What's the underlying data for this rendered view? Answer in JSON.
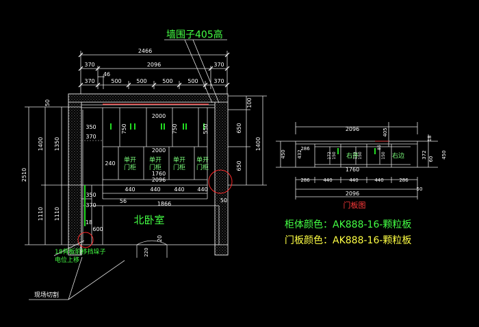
{
  "annotations": {
    "wall_height_note": "墙围子405高",
    "room_name": "北卧室",
    "door_panel_title": "门板图",
    "body_color": "柜体颜色：AK888-16-颗粒板",
    "door_color": "门板颜色：AK888-16-颗粒板",
    "shift_note_line1": "18背板前移挡垛子",
    "shift_note_line2": "电位上移",
    "site_cut_note": "现场切割"
  },
  "door_labels": {
    "single_open_door_line1": "单开",
    "single_open_door_line2": "门柜",
    "right_open": "右开",
    "right_door": "右边"
  },
  "main_dims": {
    "total_width": "2466",
    "width_2096": "2096",
    "side_370": "370",
    "offset_46": "46",
    "seg_500": "500",
    "upper_2000": "2000",
    "lower_2000": "2000",
    "w_750": "750",
    "w_550": "550",
    "h_350": "350",
    "h_370": "370",
    "w_1760": "1760",
    "w_440": "440",
    "h_240": "240",
    "d_56": "56",
    "w_1866": "1866",
    "h_600": "600",
    "h_18": "18",
    "d_20": "20",
    "d_220": "220",
    "d_50": "50",
    "left_2510": "2510",
    "left_1400": "1400",
    "left_1350": "1350",
    "left_1110": "1110",
    "right_100": "100",
    "right_650": "650",
    "right_1400": "1400"
  },
  "door_dims": {
    "top_2096": "2096",
    "d_405": "405",
    "d_18": "18",
    "h_450": "450",
    "h_432": "432",
    "h_286": "286",
    "h_172": "172",
    "h_150": "150",
    "h_85": "85",
    "h_372": "372",
    "h_60": "60",
    "w_1760": "1760",
    "w_286": "286",
    "w_440": "440",
    "d_50": "50",
    "bottom_2096": "2096"
  }
}
